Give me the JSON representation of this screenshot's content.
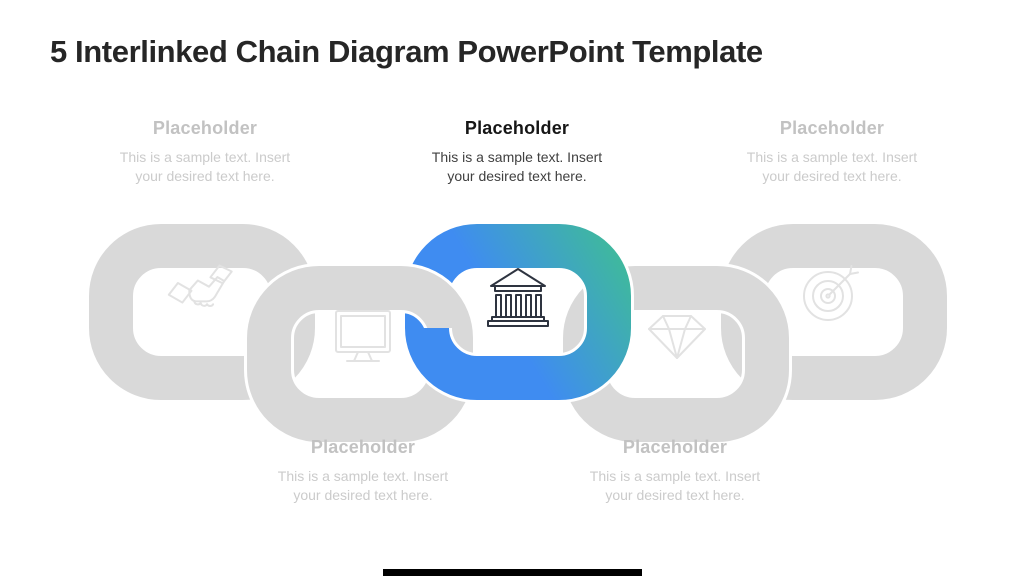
{
  "slide": {
    "title": "5 Interlinked Chain Diagram PowerPoint Template"
  },
  "items": [
    {
      "heading": "Placeholder",
      "body_line1": "This is a sample text. Insert",
      "body_line2": "your desired text here.",
      "icon": "handshake-icon",
      "row": "top",
      "highlighted": false
    },
    {
      "heading": "Placeholder",
      "body_line1": "This is a sample text. Insert",
      "body_line2": "your desired text here.",
      "icon": "monitor-icon",
      "row": "bottom",
      "highlighted": false
    },
    {
      "heading": "Placeholder",
      "body_line1": "This is a sample text. Insert",
      "body_line2": "your desired text here.",
      "icon": "bank-icon",
      "row": "top",
      "highlighted": true
    },
    {
      "heading": "Placeholder",
      "body_line1": "This is a sample text. Insert",
      "body_line2": "your desired text here.",
      "icon": "diamond-icon",
      "row": "bottom",
      "highlighted": false
    },
    {
      "heading": "Placeholder",
      "body_line1": "This is a sample text. Insert",
      "body_line2": "your desired text here.",
      "icon": "target-icon",
      "row": "top",
      "highlighted": false
    }
  ],
  "colors": {
    "chain_gray": "#D9D9D9",
    "icon_light_gray": "#E2E2E2",
    "highlight_gradient_start": "#3F8CF1",
    "highlight_gradient_end": "#3FBE93",
    "muted_heading": "#C2C2C2",
    "muted_body": "#CBCBCB",
    "active_heading": "#161616",
    "active_body": "#404040",
    "dark_icon": "#2E3440",
    "bottom_bar": "#000000"
  }
}
